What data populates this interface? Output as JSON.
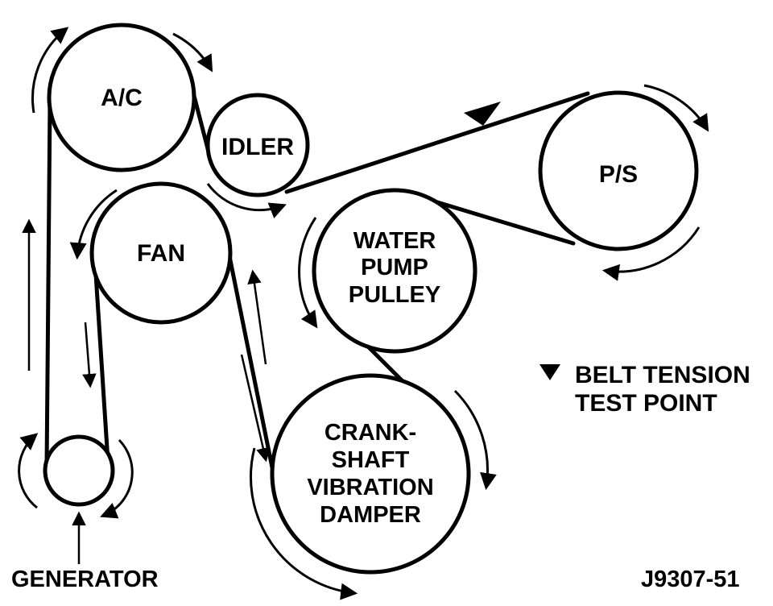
{
  "pulleys": {
    "ac": {
      "label": "A/C"
    },
    "idler": {
      "label": "IDLER"
    },
    "ps": {
      "label": "P/S"
    },
    "fan": {
      "label": "FAN"
    },
    "water_pump": {
      "lines": [
        "WATER",
        "PUMP",
        "PULLEY"
      ]
    },
    "crankshaft": {
      "lines": [
        "CRANK-",
        "SHAFT",
        "VIBRATION",
        "DAMPER"
      ]
    },
    "generator": {
      "label": "GENERATOR"
    }
  },
  "legend": {
    "marker_icon": "triangle-down-icon",
    "lines": [
      "BELT TENSION",
      "TEST POINT"
    ]
  },
  "figure_id": "J9307-51"
}
